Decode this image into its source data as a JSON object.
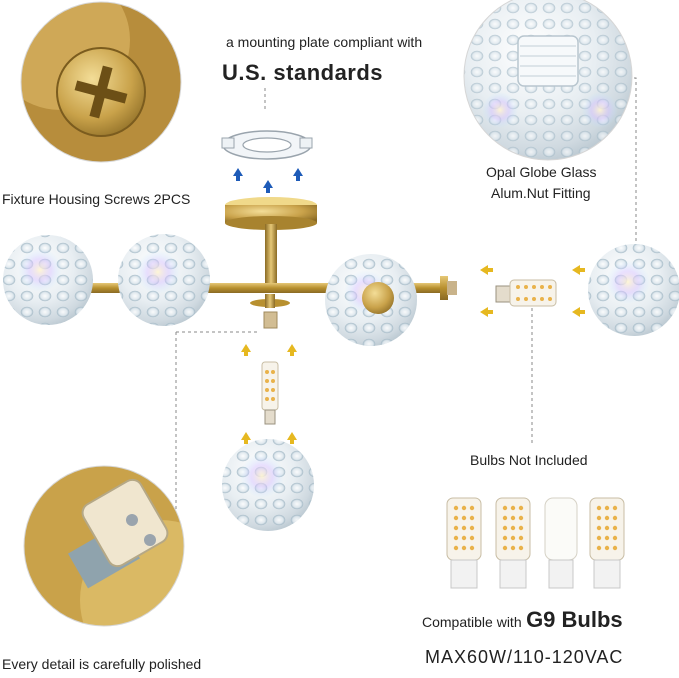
{
  "callouts": {
    "mounting_plate_line1": "a mounting plate compliant with",
    "mounting_plate_line2": "U.S. standards",
    "screws": "Fixture Housing Screws 2PCS",
    "glass_line1": "Opal Globe Glass",
    "glass_line2": "Alum.Nut Fitting",
    "bulbs_not_included": "Bulbs Not Included",
    "polished": "Every detail is carefully polished",
    "compatible_prefix": "Compatible with",
    "compatible_bulb": "G9 Bulbs",
    "rating": "MAX60W/110-120VAC"
  },
  "colors": {
    "brass": "#c9a24a",
    "brass_dark": "#9c7a2c",
    "arrow_blue": "#1e5bb8",
    "arrow_yellow": "#e6b820",
    "dash": "#8a8a8a"
  }
}
